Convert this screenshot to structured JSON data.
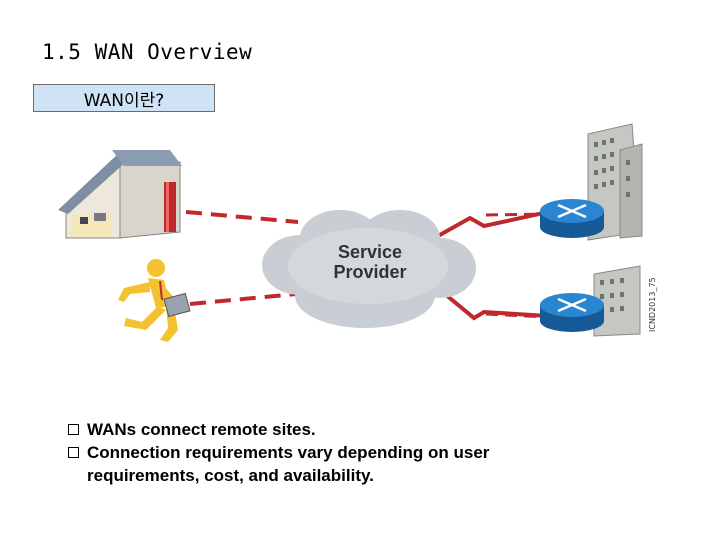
{
  "slide": {
    "title": "1.5 WAN Overview",
    "label": "WAN이란?",
    "cloud_line1": "Service",
    "cloud_line2": "Provider",
    "figure_code": "ICND2013_75",
    "bullets": [
      "WANs connect remote sites.",
      "Connection requirements vary depending on user",
      "requirements, cost, and availability."
    ]
  },
  "colors": {
    "label_bg": "#cfe3f4",
    "link_red": "#c0282c",
    "router_blue": "#1a6fb5",
    "cloud_gray": "#c9ced4"
  },
  "icons": [
    "house-icon",
    "running-man-icon",
    "cloud-icon",
    "router-icon",
    "building-icon"
  ]
}
